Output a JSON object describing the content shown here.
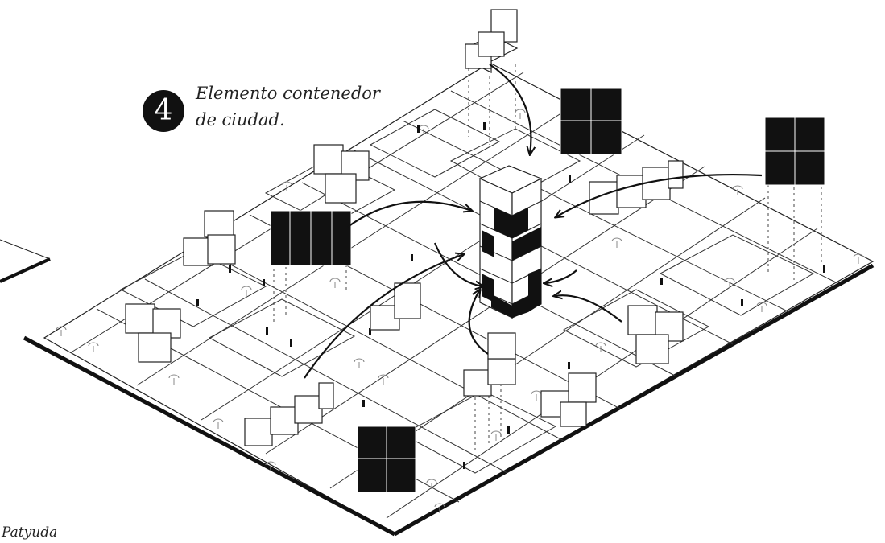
{
  "step": {
    "number": "4",
    "title_line1": "Elemento contenedor",
    "title_line2": "de ciudad."
  },
  "corner_text": "Patyuda",
  "colors": {
    "ink": "#111111",
    "paper": "#ffffff",
    "line": "#222222"
  },
  "icons": {
    "person": "person-icon",
    "tree": "tree-icon",
    "arrow": "arrow-icon"
  }
}
